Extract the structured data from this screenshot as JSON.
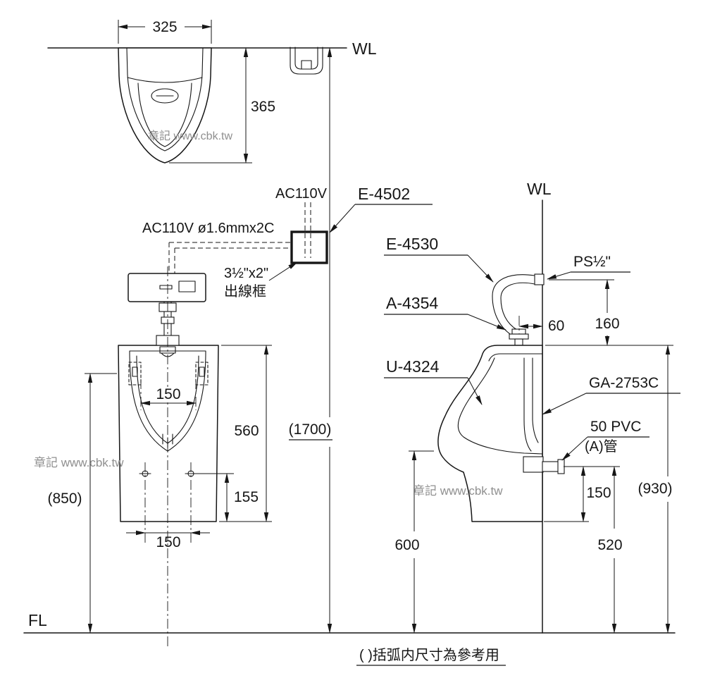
{
  "title": "urinal installation drawing",
  "watermark": "章記 www.cbk.tw",
  "note": "( )括弧内尺寸為參考用",
  "labels": {
    "wl": "WL",
    "fl": "FL",
    "ac110v": "AC110V",
    "cable": "AC110V ø1.6mmx2C",
    "e4502": "E-4502",
    "outlet_size": "3½\"x2\"",
    "outlet_box": "出線框",
    "e4530": "E-4530",
    "a4354": "A-4354",
    "u4324": "U-4324",
    "ga2753c": "GA-2753C",
    "ps": "PS½\"",
    "pvc": "50 PVC",
    "pipe_a": "(A)管"
  },
  "dims": {
    "top_width": "325",
    "top_depth": "365",
    "bracket_span": "150",
    "bowl_height": "560",
    "wl_height": "(1700)",
    "mount_height": "(850)",
    "bolt_rise": "155",
    "bolt_span": "150",
    "spud_offset": "60",
    "spud_drop": "160",
    "outlet_rise": "150",
    "rim_height": "(930)",
    "lip_height": "600",
    "outlet_height": "520"
  }
}
